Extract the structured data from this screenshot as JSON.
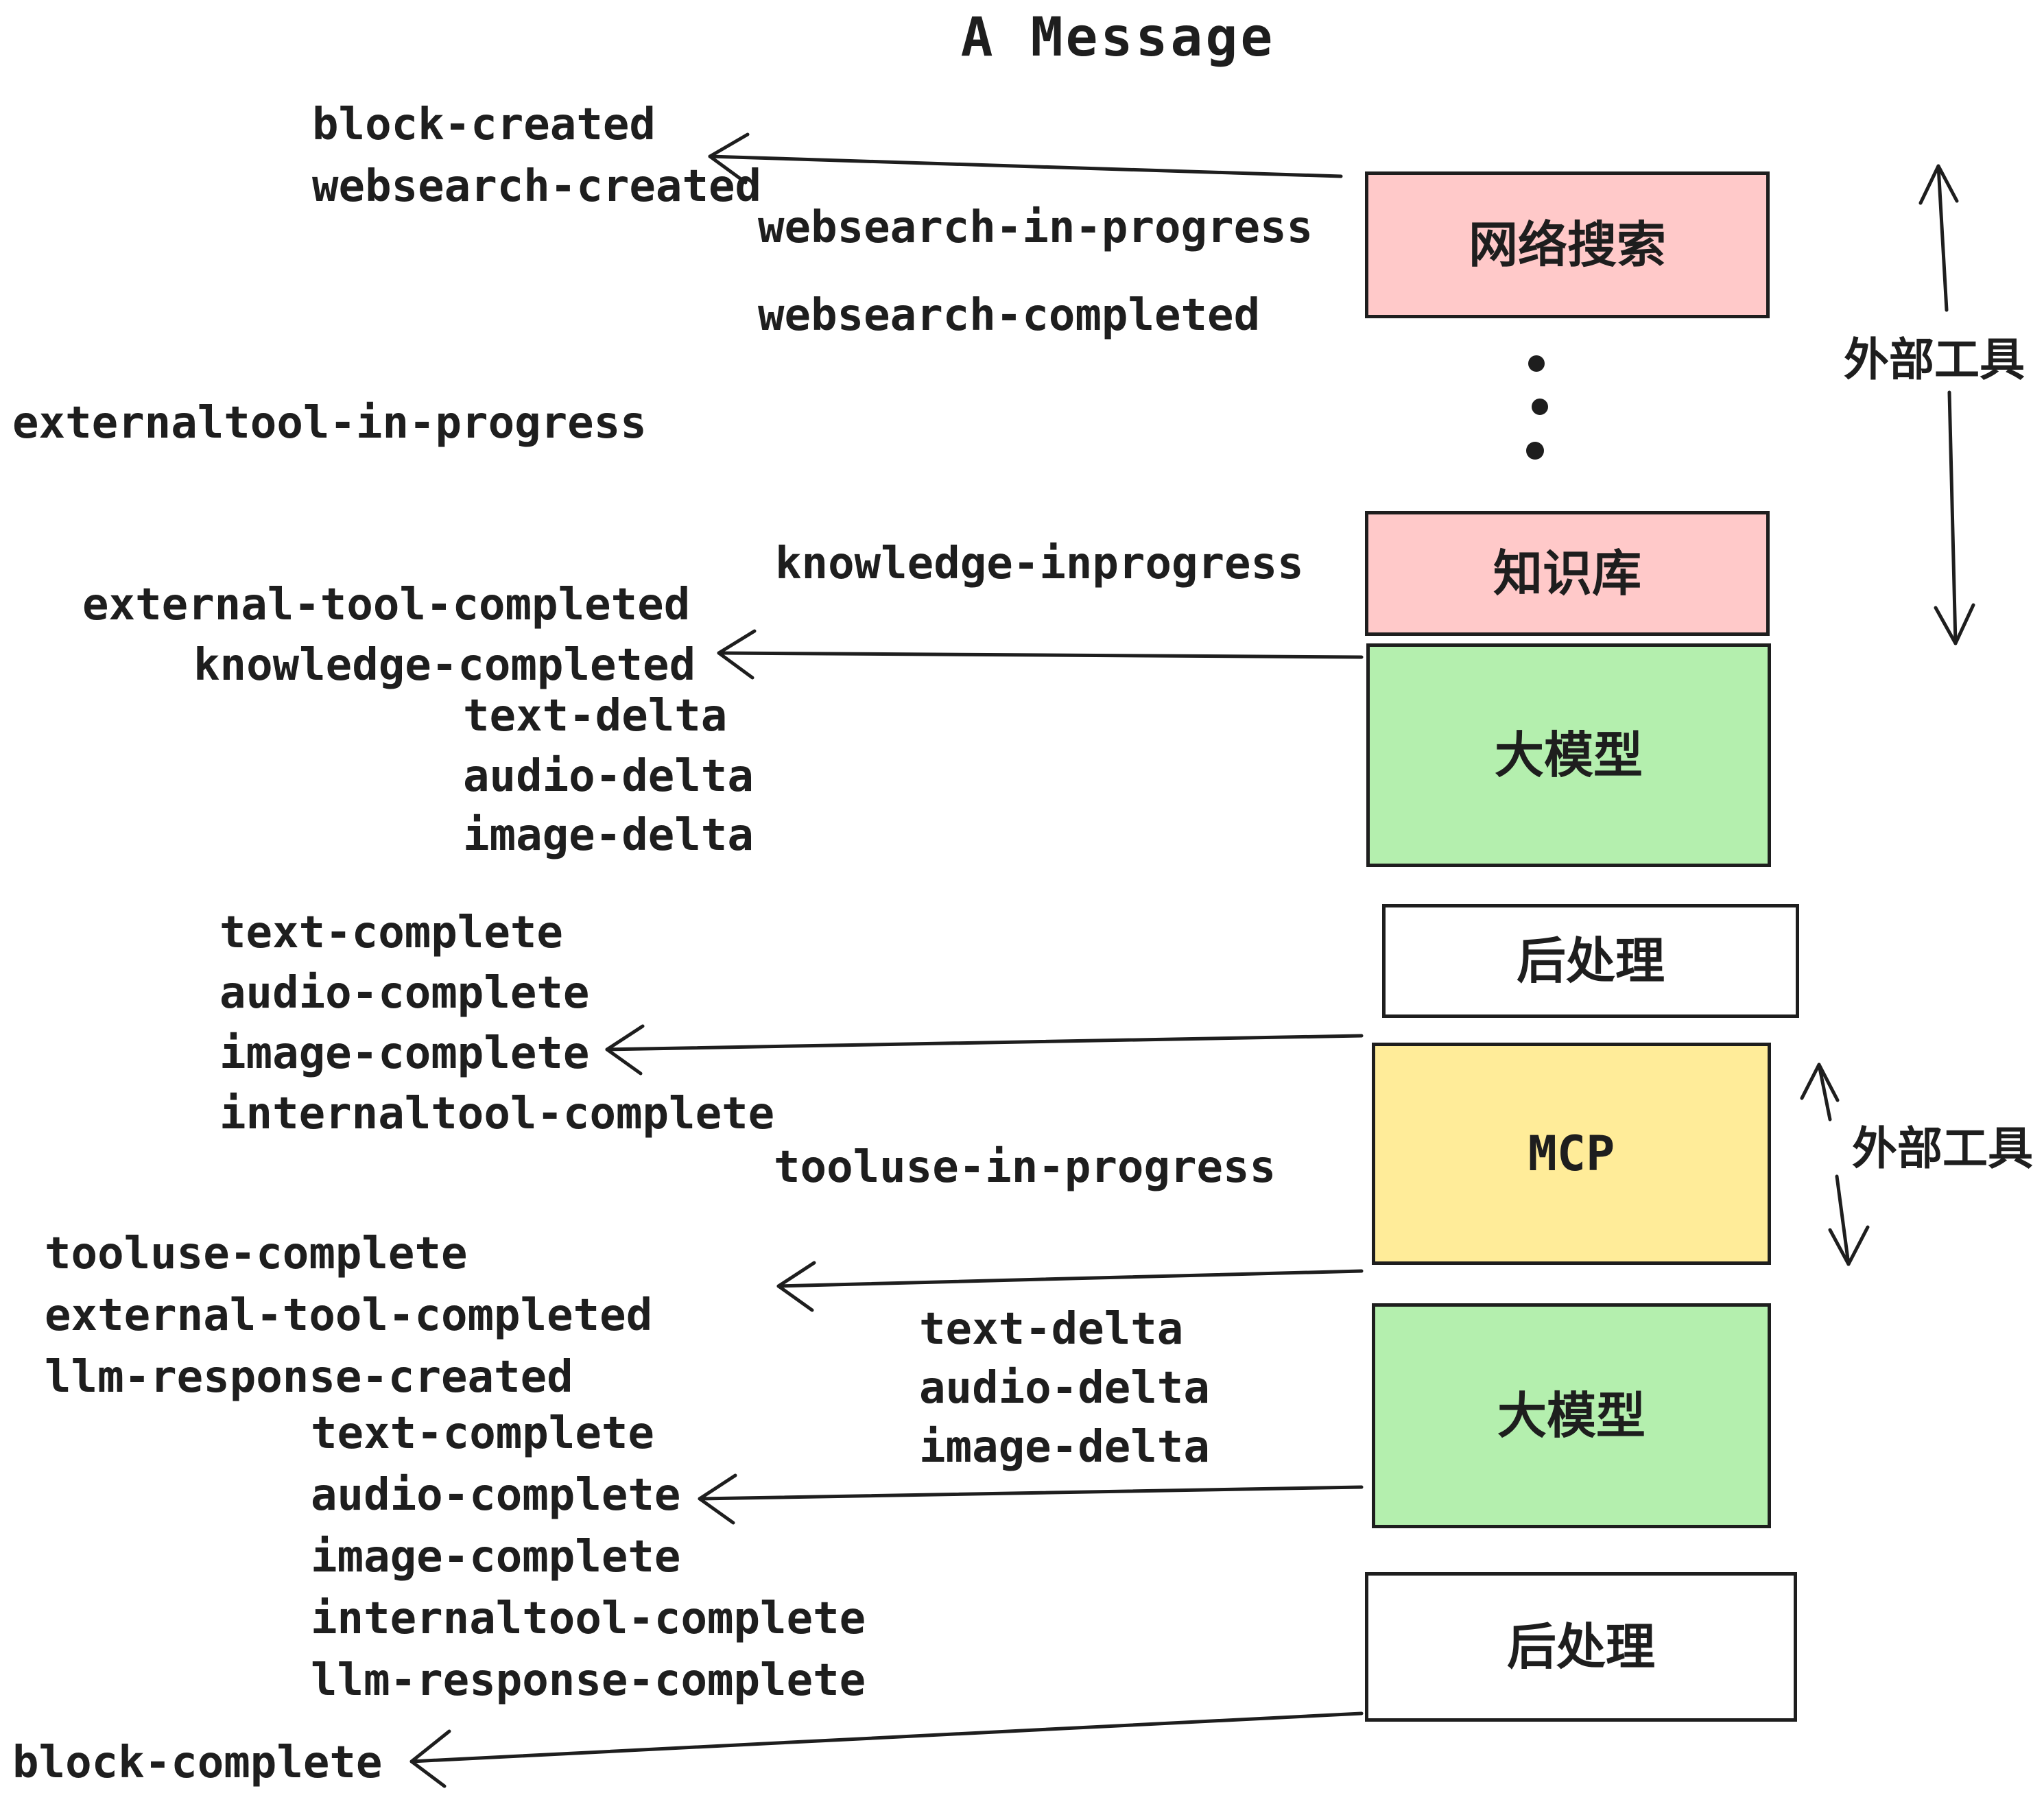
{
  "title": "A Message",
  "colors": {
    "pink": "#ffc9c9",
    "green": "#b4efae",
    "yellow": "#ffec99",
    "white": "#ffffff",
    "ink": "#1e1e1e"
  },
  "boxes": [
    {
      "id": "websearch",
      "label": "网络搜索",
      "color": "pink"
    },
    {
      "id": "knowledge",
      "label": "知识库",
      "color": "pink"
    },
    {
      "id": "llm-1",
      "label": "大模型",
      "color": "green"
    },
    {
      "id": "postprocess-1",
      "label": "后处理",
      "color": "white"
    },
    {
      "id": "mcp",
      "label": "MCP",
      "color": "yellow"
    },
    {
      "id": "llm-2",
      "label": "大模型",
      "color": "green"
    },
    {
      "id": "postprocess-2",
      "label": "后处理",
      "color": "white"
    }
  ],
  "events": [
    "block-created",
    "websearch-created",
    "websearch-in-progress",
    "websearch-completed",
    "externaltool-in-progress",
    "knowledge-inprogress",
    "external-tool-completed",
    "knowledge-completed",
    "text-delta",
    "audio-delta",
    "image-delta",
    "text-complete",
    "audio-complete",
    "image-complete",
    "internaltool-complete",
    "tooluse-in-progress",
    "tooluse-complete",
    "external-tool-completed",
    "llm-response-created",
    "text-delta",
    "audio-delta",
    "image-delta",
    "text-complete",
    "audio-complete",
    "image-complete",
    "internaltool-complete",
    "llm-response-complete",
    "block-complete"
  ],
  "side_labels": [
    "外部工具",
    "外部工具"
  ]
}
